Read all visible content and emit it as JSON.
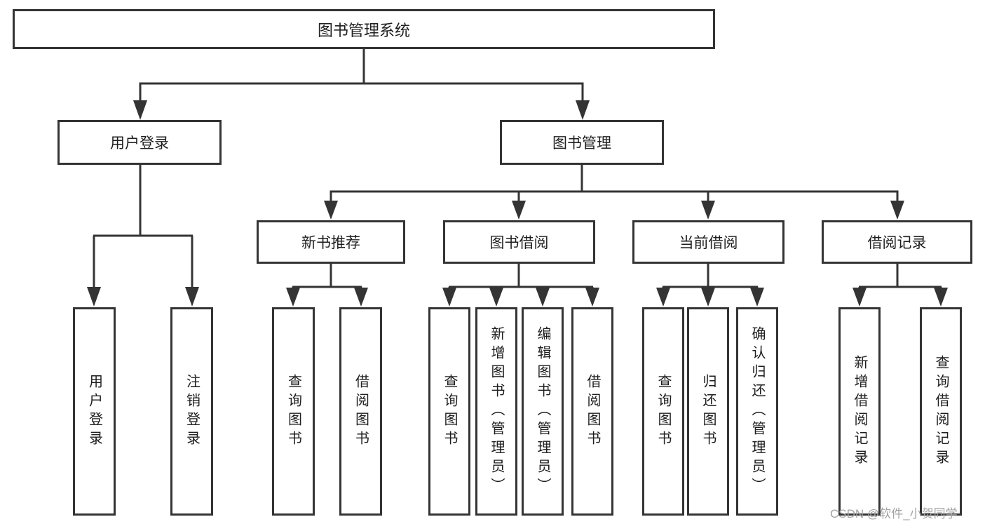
{
  "diagram": {
    "root": {
      "label": "图书管理系统"
    },
    "level2": [
      {
        "id": "user-login",
        "label": "用户登录",
        "children": [
          {
            "label": "用户登录"
          },
          {
            "label": "注销登录"
          }
        ]
      },
      {
        "id": "book-management",
        "label": "图书管理",
        "children": [
          {
            "id": "new-book-recommend",
            "label": "新书推荐",
            "children": [
              {
                "label": "查询图书"
              },
              {
                "label": "借阅图书"
              }
            ]
          },
          {
            "id": "book-borrow",
            "label": "图书借阅",
            "children": [
              {
                "label": "查询图书"
              },
              {
                "label": "新增图书（管理员）"
              },
              {
                "label": "编辑图书（管理员）"
              },
              {
                "label": "借阅图书"
              }
            ]
          },
          {
            "id": "current-borrow",
            "label": "当前借阅",
            "children": [
              {
                "label": "查询图书"
              },
              {
                "label": "归还图书"
              },
              {
                "label": "确认归还（管理员）"
              }
            ]
          },
          {
            "id": "borrow-records",
            "label": "借阅记录",
            "children": [
              {
                "label": "新增借阅记录"
              },
              {
                "label": "查询借阅记录"
              }
            ]
          }
        ]
      }
    ]
  },
  "watermark": {
    "text": "CSDN @软件_小贺同学"
  },
  "colors": {
    "line": "#343434",
    "box_border": "#343434",
    "text": "#1e1e1e",
    "watermark": "#a3a3a3",
    "background": "#ffffff"
  }
}
